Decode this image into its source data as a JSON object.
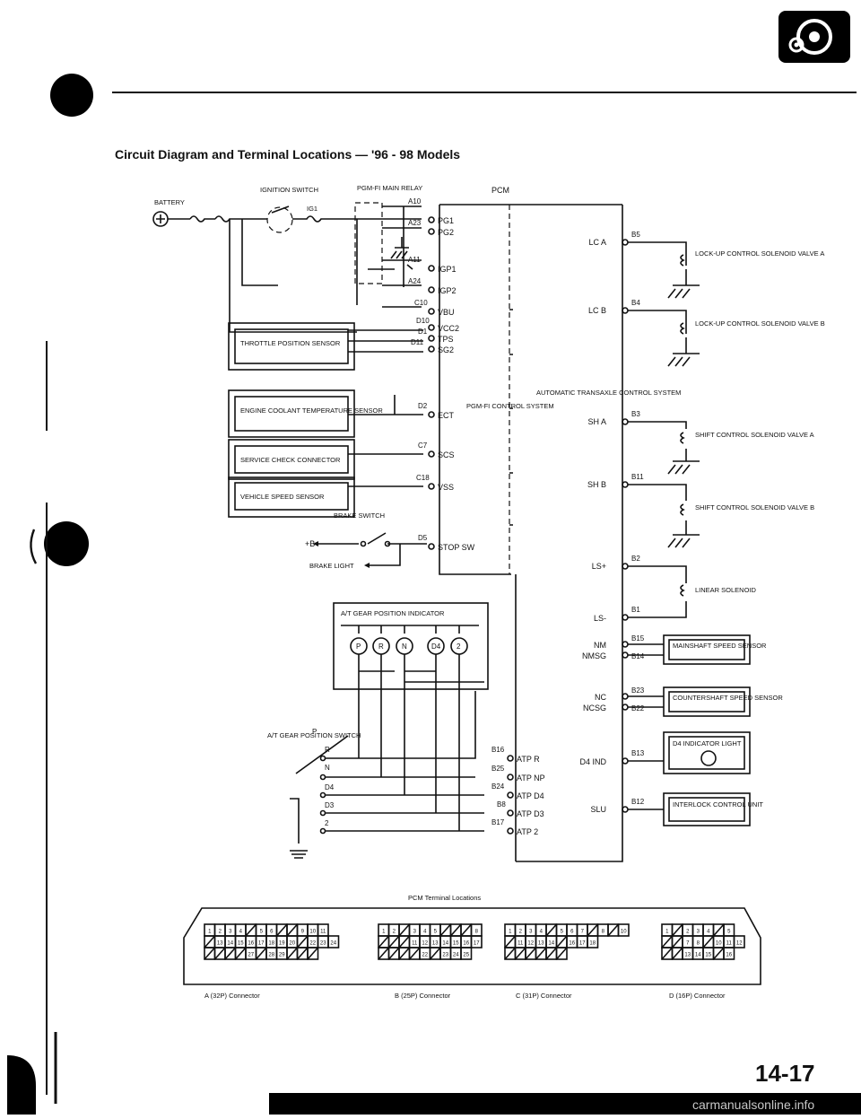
{
  "title": "Circuit Diagram and Terminal Locations — '96 - 98 Models",
  "page_number": "14-17",
  "watermark": "carmanualsonline.info",
  "labels": {
    "battery": "BATTERY",
    "ignition_switch": "IGNITION SWITCH",
    "ig1": "IG1",
    "pgm_fi_main_relay": "PGM-FI MAIN RELAY",
    "pcm": "PCM",
    "pgm_fi_control_system": "PGM-FI CONTROL SYSTEM",
    "automatic_transaxle_control_system": "AUTOMATIC TRANSAXLE CONTROL SYSTEM",
    "brake_switch": "BRAKE SWITCH",
    "plus_b": "+B",
    "brake_light": "BRAKE LIGHT",
    "at_gear_position_indicator": "A/T GEAR POSITION INDICATOR",
    "at_gear_position_switch": "A/T GEAR POSITION SWITCH",
    "terminal_locations_caption": "PCM Terminal Locations"
  },
  "left_terminals": [
    {
      "pin": "A10",
      "signal": "PG1"
    },
    {
      "pin": "A23",
      "signal": "PG2"
    },
    {
      "pin": "A11",
      "signal": "IGP1"
    },
    {
      "pin": "A24",
      "signal": "IGP2"
    },
    {
      "pin": "C10",
      "signal": "VBU"
    },
    {
      "pin": "D10",
      "signal": "VCC2"
    },
    {
      "pin": "D1",
      "signal": "TPS"
    },
    {
      "pin": "D11",
      "signal": "SG2"
    },
    {
      "pin": "D2",
      "signal": "ECT"
    },
    {
      "pin": "C7",
      "signal": "SCS"
    },
    {
      "pin": "C18",
      "signal": "VSS"
    },
    {
      "pin": "D5",
      "signal": "STOP SW"
    }
  ],
  "sensors": [
    "THROTTLE POSITION SENSOR",
    "ENGINE COOLANT TEMPERATURE SENSOR",
    "SERVICE CHECK CONNECTOR",
    "VEHICLE SPEED SENSOR"
  ],
  "gear_indicator_lamps": [
    "P",
    "R",
    "N",
    "D4",
    "2"
  ],
  "gear_switch_positions": [
    "P",
    "R",
    "N",
    "D4",
    "D3",
    "2"
  ],
  "atp_terminals": [
    {
      "pin": "B16",
      "signal": "ATP R"
    },
    {
      "pin": "B25",
      "signal": "ATP NP"
    },
    {
      "pin": "B24",
      "signal": "ATP D4"
    },
    {
      "pin": "B8",
      "signal": "ATP D3"
    },
    {
      "pin": "B17",
      "signal": "ATP 2"
    }
  ],
  "right_terminals": [
    {
      "signal": "LC A",
      "pin": "B5",
      "component": "LOCK-UP CONTROL SOLENOID VALVE A"
    },
    {
      "signal": "LC B",
      "pin": "B4",
      "component": "LOCK-UP CONTROL SOLENOID VALVE B"
    },
    {
      "signal": "SH A",
      "pin": "B3",
      "component": "SHIFT CONTROL SOLENOID VALVE A"
    },
    {
      "signal": "SH B",
      "pin": "B11",
      "component": "SHIFT CONTROL SOLENOID VALVE B"
    },
    {
      "signal": "LS+",
      "pin": "B2",
      "component": "LINEAR SOLENOID"
    },
    {
      "signal": "LS-",
      "pin": "B1",
      "component": ""
    },
    {
      "signal": "NM",
      "pin": "B15",
      "component": "MAINSHAFT SPEED SENSOR"
    },
    {
      "signal": "NMSG",
      "pin": "B14",
      "component": ""
    },
    {
      "signal": "NC",
      "pin": "B23",
      "component": "COUNTERSHAFT SPEED SENSOR"
    },
    {
      "signal": "NCSG",
      "pin": "B22",
      "component": ""
    },
    {
      "signal": "D4 IND",
      "pin": "B13",
      "component": "D4 INDICATOR LIGHT"
    },
    {
      "signal": "SLU",
      "pin": "B12",
      "component": "INTERLOCK CONTROL UNIT"
    }
  ],
  "connectors": [
    {
      "name": "A (32P) Connector",
      "rows": [
        [
          "1",
          "2",
          "3",
          "4",
          "",
          "5",
          "6",
          "",
          "",
          "9",
          "10",
          "11"
        ],
        [
          "",
          "13",
          "14",
          "15",
          "16",
          "17",
          "18",
          "19",
          "20",
          "",
          "22",
          "23",
          "24"
        ],
        [
          "",
          "",
          "",
          "",
          "27",
          "",
          "28",
          "29",
          "",
          "",
          ""
        ]
      ]
    },
    {
      "name": "B (25P) Connector",
      "rows": [
        [
          "1",
          "2",
          "",
          "3",
          "4",
          "5",
          "",
          "",
          "",
          "8"
        ],
        [
          "",
          "",
          "",
          "11",
          "12",
          "13",
          "14",
          "15",
          "16",
          "17"
        ],
        [
          "",
          "",
          "",
          "",
          "22",
          "",
          "23",
          "24",
          "25"
        ]
      ]
    },
    {
      "name": "C (31P) Connector",
      "rows": [
        [
          "1",
          "2",
          "3",
          "4",
          "",
          "5",
          "6",
          "7",
          "",
          "8",
          "",
          "10"
        ],
        [
          "",
          "11",
          "12",
          "13",
          "14",
          "",
          "16",
          "17",
          "18"
        ],
        [
          "",
          "",
          "",
          "",
          "",
          ""
        ]
      ]
    },
    {
      "name": "D (16P) Connector",
      "rows": [
        [
          "1",
          "",
          "2",
          "3",
          "4",
          "",
          "5"
        ],
        [
          "",
          "",
          "7",
          "8",
          "",
          "10",
          "11",
          "12"
        ],
        [
          "",
          "",
          "13",
          "14",
          "15",
          "",
          "16"
        ]
      ]
    }
  ]
}
